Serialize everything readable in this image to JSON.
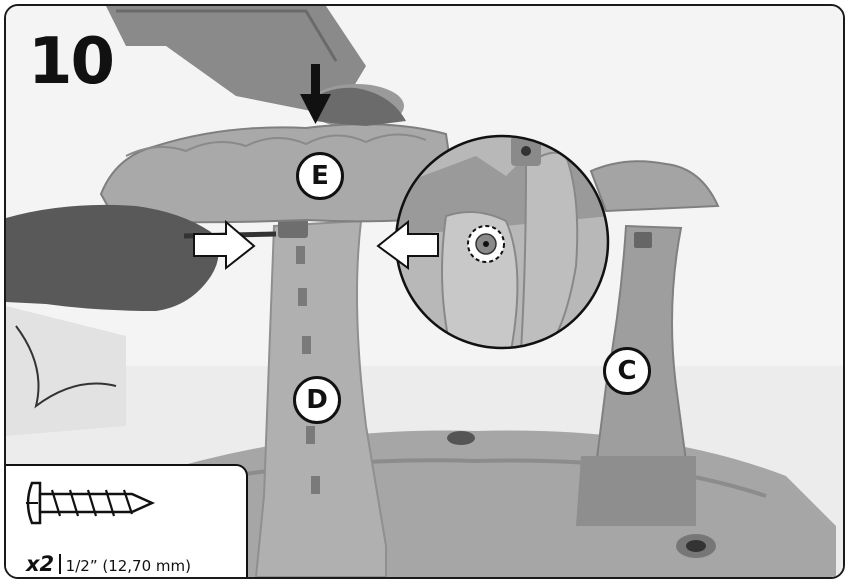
{
  "step": {
    "number": "10"
  },
  "parts": {
    "e": "E",
    "d": "D",
    "c": "C"
  },
  "hardware": {
    "quantity": "x2",
    "size": "1/2” (12,70 mm)"
  },
  "icons": [
    "down-arrow-icon",
    "right-arrow-icon",
    "left-arrow-icon",
    "screw-icon",
    "screw-hole-highlight-icon"
  ]
}
